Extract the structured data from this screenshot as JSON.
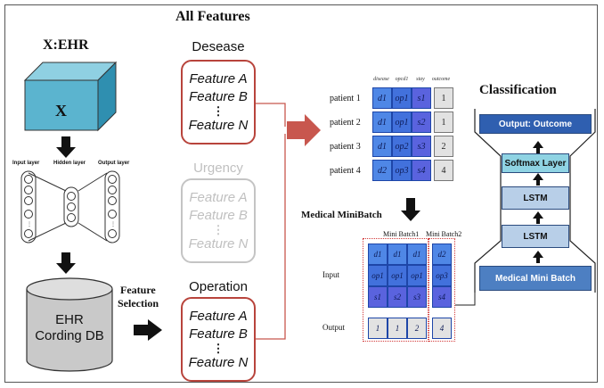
{
  "title": "All Features",
  "ehr_section": {
    "title": "X:EHR",
    "cube_letter": "X",
    "layer_labels": [
      "Input layer",
      "Hidden layer",
      "Output layer"
    ],
    "db_line1": "EHR",
    "db_line2": "Cording DB"
  },
  "feature_selection": {
    "line1": "Feature",
    "line2": "Selection"
  },
  "groups": [
    {
      "name": "Desease",
      "faded": false,
      "items": [
        "Feature A",
        "Feature B",
        "Feature N"
      ]
    },
    {
      "name": "Urgency",
      "faded": true,
      "items": [
        "Feature A",
        "Feature B",
        "Feature N"
      ]
    },
    {
      "name": "Operation",
      "faded": false,
      "items": [
        "Feature A",
        "Feature B",
        "Feature N"
      ]
    }
  ],
  "patient_table": {
    "columns": [
      "disease",
      "opcd1",
      "stay",
      "outcome"
    ],
    "rows": [
      {
        "label": "patient 1",
        "cells": [
          "d1",
          "op1",
          "s1",
          "1"
        ]
      },
      {
        "label": "patient 2",
        "cells": [
          "d1",
          "op1",
          "s2",
          "1"
        ]
      },
      {
        "label": "patient 3",
        "cells": [
          "d1",
          "op2",
          "s3",
          "2"
        ]
      },
      {
        "label": "patient 4",
        "cells": [
          "d2",
          "op3",
          "s4",
          "4"
        ]
      }
    ]
  },
  "minibatch": {
    "title": "Medical MiniBatch",
    "batch1_label": "Mini Batch1",
    "batch2_label": "Mini Batch2",
    "input_label": "Input",
    "output_label": "Output",
    "batch1_input": [
      [
        "d1",
        "d1",
        "d1"
      ],
      [
        "op1",
        "op1",
        "op1"
      ],
      [
        "s1",
        "s2",
        "s3"
      ]
    ],
    "batch1_output": [
      "1",
      "1",
      "2"
    ],
    "batch2_input": [
      "d2",
      "op3",
      "s4"
    ],
    "batch2_output": [
      "4"
    ]
  },
  "classification": {
    "title": "Classification",
    "layers": [
      "Output: Outcome",
      "Softmax Layer",
      "LSTM",
      "LSTM",
      "Medical Mini Batch"
    ]
  },
  "colors": {
    "accent_red": "#b8443c",
    "cube_front": "#5bb4cf",
    "db_fill": "#c9c9c9",
    "cell_blue": "#4f87e6",
    "output_block": "#2f5fb0",
    "softmax_block": "#8fd3e3",
    "lstm_block": "#b8cfe8",
    "minibatch_block": "#4d7fc2"
  }
}
